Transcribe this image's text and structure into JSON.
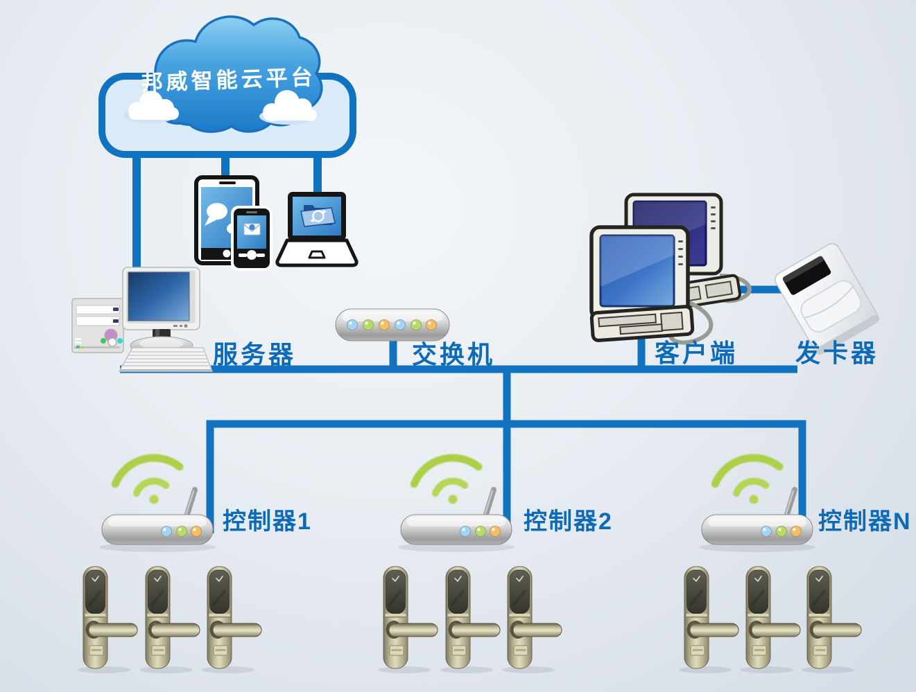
{
  "cloud": {
    "label": "邦威智能云平台"
  },
  "nodes": {
    "server_label": "服务器",
    "switch_label": "交换机",
    "client_label": "客户端",
    "card_issuer_label": "发卡器"
  },
  "controllers": [
    {
      "label": "控制器1",
      "lock_count": 3
    },
    {
      "label": "控制器2",
      "lock_count": 3
    },
    {
      "label": "控制器N",
      "lock_count": 3
    }
  ],
  "colors": {
    "line": "#1172bf",
    "label_text": "#0d6ab7",
    "platform_fill": "#d9eaf8",
    "cloud_blue": "#2e8ad3",
    "wifi_green": "#aacf43",
    "led_blue": "#a3d3f5",
    "led_green": "#b6db67",
    "led_orange": "#f2bf67"
  }
}
